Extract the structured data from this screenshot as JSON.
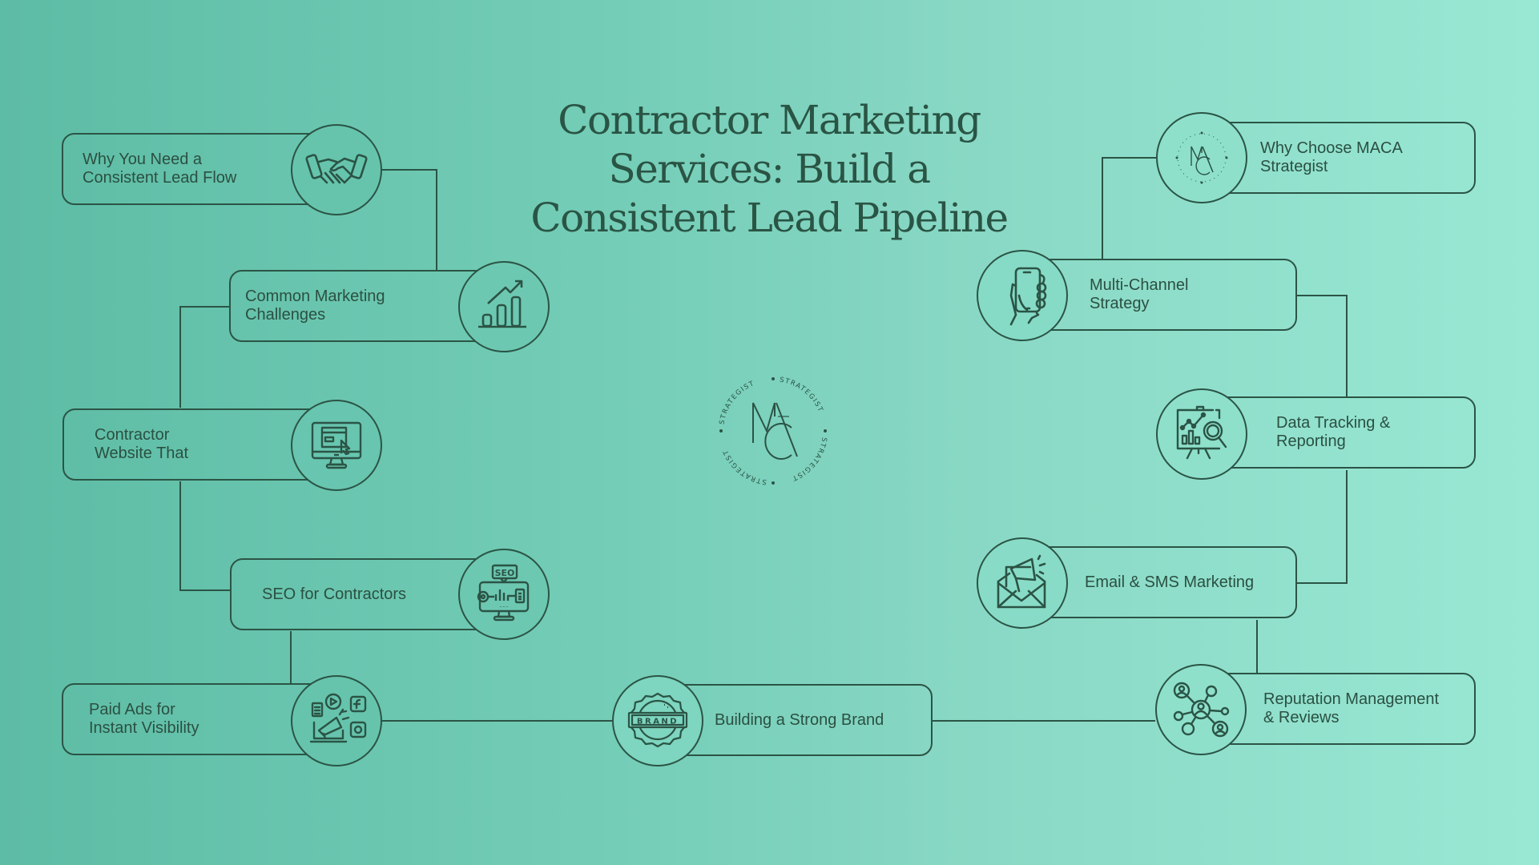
{
  "title": "Contractor Marketing Services: Build a Consistent Lead Pipeline",
  "title_lines": [
    "Contractor Marketing",
    "Services: Build a",
    "Consistent Lead Pipeline"
  ],
  "center_logo": {
    "monogram": "MAC",
    "ring_text": "STRATEGIST"
  },
  "colors": {
    "ink": "#2b5445",
    "bg_left": "#5dbca5",
    "bg_right": "#98e8d4"
  },
  "nodes": [
    {
      "id": "lead-flow",
      "label": "Why You Need a\nConsistent Lead Flow",
      "icon": "handshake-icon"
    },
    {
      "id": "challenges",
      "label": "Common Marketing\nChallenges",
      "icon": "growth-chart-icon"
    },
    {
      "id": "website",
      "label": "Contractor\nWebsite That",
      "icon": "monitor-icon"
    },
    {
      "id": "seo",
      "label": "SEO for Contractors",
      "icon": "seo-icon"
    },
    {
      "id": "paid-ads",
      "label": "Paid Ads for\nInstant Visibility",
      "icon": "megaphone-social-icon"
    },
    {
      "id": "brand",
      "label": "Building a Strong Brand",
      "icon": "brand-badge-icon"
    },
    {
      "id": "reputation",
      "label": "Reputation Management\n& Reviews",
      "icon": "network-people-icon"
    },
    {
      "id": "email-sms",
      "label": "Email & SMS Marketing",
      "icon": "email-megaphone-icon"
    },
    {
      "id": "data-tracking",
      "label": "Data Tracking &\nReporting",
      "icon": "presentation-analytics-icon"
    },
    {
      "id": "multi-channel",
      "label": "Multi-Channel\nStrategy",
      "icon": "phone-hand-icon"
    },
    {
      "id": "why-maca",
      "label": "Why Choose MACA\nStrategist",
      "icon": "maca-logo-icon"
    }
  ],
  "brand_badge_text": "BRAND",
  "seo_badge_text": "SEO"
}
